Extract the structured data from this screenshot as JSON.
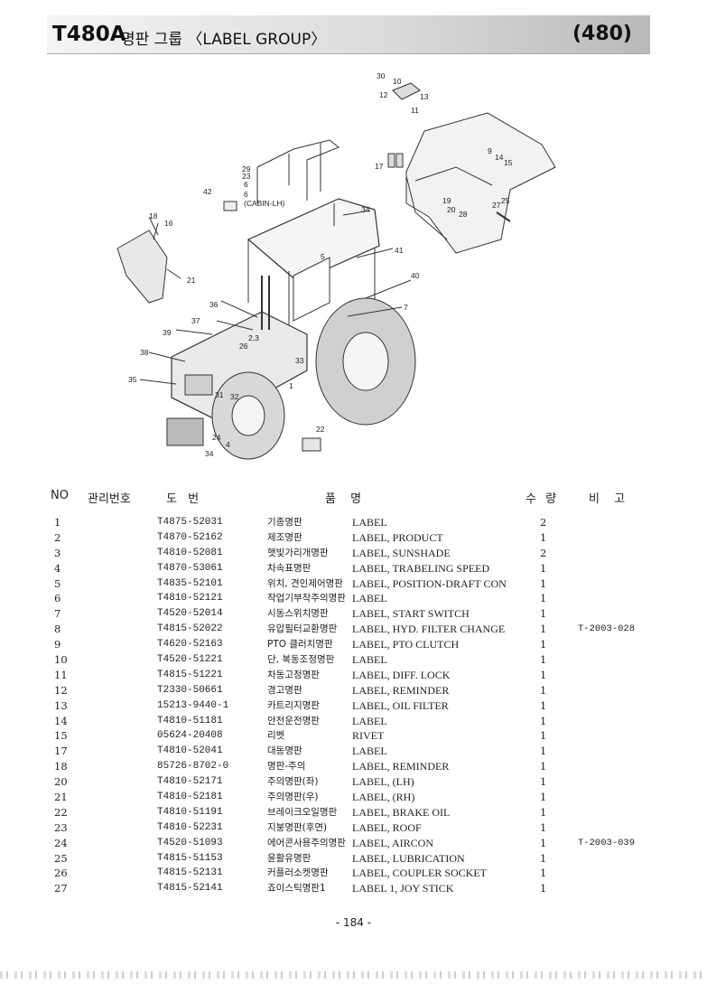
{
  "header": {
    "model": "T480A",
    "title": "명판 그룹 〈LABEL GROUP〉",
    "page_code": "(480)"
  },
  "diagram": {
    "callouts": [
      "30",
      "10",
      "12",
      "13",
      "11",
      "29",
      "23",
      "6",
      "6",
      "(CABIN-LH)",
      "42",
      "17",
      "9",
      "14",
      "15",
      "19",
      "20",
      "28",
      "27",
      "25",
      "18",
      "16",
      "21",
      "34",
      "41",
      "40",
      "7",
      "5",
      "36",
      "37",
      "2,3",
      "26",
      "39",
      "38",
      "33",
      "1",
      "31",
      "32",
      "35",
      "24",
      "4",
      "34",
      "22"
    ]
  },
  "table": {
    "headers": {
      "no": "NO",
      "mgmt": "관리번호",
      "drawing": "도 번",
      "name": "품 명",
      "qty": "수 량",
      "remark": "비 고"
    },
    "rows": [
      {
        "no": "1",
        "part": "T4875-52031",
        "kr": "기종명판",
        "en": "LABEL",
        "qty": "2",
        "remark": ""
      },
      {
        "no": "2",
        "part": "T4870-52162",
        "kr": "제조명판",
        "en": "LABEL, PRODUCT",
        "qty": "1",
        "remark": ""
      },
      {
        "no": "3",
        "part": "T4810-52081",
        "kr": "햇빛가리개명판",
        "en": "LABEL, SUNSHADE",
        "qty": "2",
        "remark": ""
      },
      {
        "no": "4",
        "part": "T4870-53061",
        "kr": "차속표명판",
        "en": "LABEL, TRABELING SPEED",
        "qty": "1",
        "remark": ""
      },
      {
        "no": "5",
        "part": "T4835-52101",
        "kr": "위치, 견인제어명판",
        "en": "LABEL, POSITION-DRAFT CON",
        "qty": "1",
        "remark": ""
      },
      {
        "no": "6",
        "part": "T4810-52121",
        "kr": "작업기부착주의명판",
        "en": "LABEL",
        "qty": "1",
        "remark": ""
      },
      {
        "no": "7",
        "part": "T4520-52014",
        "kr": "시동스위치명판",
        "en": "LABEL, START SWITCH",
        "qty": "1",
        "remark": ""
      },
      {
        "no": "8",
        "part": "T4815-52022",
        "kr": "유압필터교환명판",
        "en": "LABEL, HYD. FILTER CHANGE",
        "qty": "1",
        "remark": "T-2003-028"
      },
      {
        "no": "9",
        "part": "T4620-52163",
        "kr": "PTO 클러치명판",
        "en": "LABEL, PTO CLUTCH",
        "qty": "1",
        "remark": ""
      },
      {
        "no": "10",
        "part": "T4520-51221",
        "kr": "단, 복동조정명판",
        "en": "LABEL",
        "qty": "1",
        "remark": ""
      },
      {
        "no": "11",
        "part": "T4815-51221",
        "kr": "차동고정명판",
        "en": "LABEL, DIFF. LOCK",
        "qty": "1",
        "remark": ""
      },
      {
        "no": "12",
        "part": "T2330-50661",
        "kr": "경고명판",
        "en": "LABEL, REMINDER",
        "qty": "1",
        "remark": ""
      },
      {
        "no": "13",
        "part": "15213-9440-1",
        "kr": "카트리지명판",
        "en": "LABEL, OIL FILTER",
        "qty": "1",
        "remark": ""
      },
      {
        "no": "14",
        "part": "T4810-51181",
        "kr": "안전운전명판",
        "en": "LABEL",
        "qty": "1",
        "remark": ""
      },
      {
        "no": "15",
        "part": "05624-20408",
        "kr": "리벳",
        "en": "RIVET",
        "qty": "1",
        "remark": ""
      },
      {
        "no": "17",
        "part": "T4810-52041",
        "kr": "대동명판",
        "en": "LABEL",
        "qty": "1",
        "remark": ""
      },
      {
        "no": "18",
        "part": "85726-8702-0",
        "kr": "명판-주의",
        "en": "LABEL, REMINDER",
        "qty": "1",
        "remark": ""
      },
      {
        "no": "20",
        "part": "T4810-52171",
        "kr": "주의명판(좌)",
        "en": "LABEL, (LH)",
        "qty": "1",
        "remark": ""
      },
      {
        "no": "21",
        "part": "T4810-52181",
        "kr": "주의명판(우)",
        "en": "LABEL, (RH)",
        "qty": "1",
        "remark": ""
      },
      {
        "no": "22",
        "part": "T4810-51191",
        "kr": "브레이크오일명판",
        "en": "LABEL, BRAKE OIL",
        "qty": "1",
        "remark": ""
      },
      {
        "no": "23",
        "part": "T4810-52231",
        "kr": "지붕명판(후면)",
        "en": "LABEL, ROOF",
        "qty": "1",
        "remark": ""
      },
      {
        "no": "24",
        "part": "T4520-51093",
        "kr": "에어콘사용주의명판",
        "en": "LABEL, AIRCON",
        "qty": "1",
        "remark": "T-2003-039"
      },
      {
        "no": "25",
        "part": "T4815-51153",
        "kr": "윤활유명판",
        "en": "LABEL, LUBRICATION",
        "qty": "1",
        "remark": ""
      },
      {
        "no": "26",
        "part": "T4815-52131",
        "kr": "커플러소켓명판",
        "en": "LABEL, COUPLER SOCKET",
        "qty": "1",
        "remark": ""
      },
      {
        "no": "27",
        "part": "T4815-52141",
        "kr": "죠이스틱명판1",
        "en": "LABEL 1, JOY STICK",
        "qty": "1",
        "remark": ""
      }
    ]
  },
  "footer": {
    "page_number": "- 184 -"
  }
}
